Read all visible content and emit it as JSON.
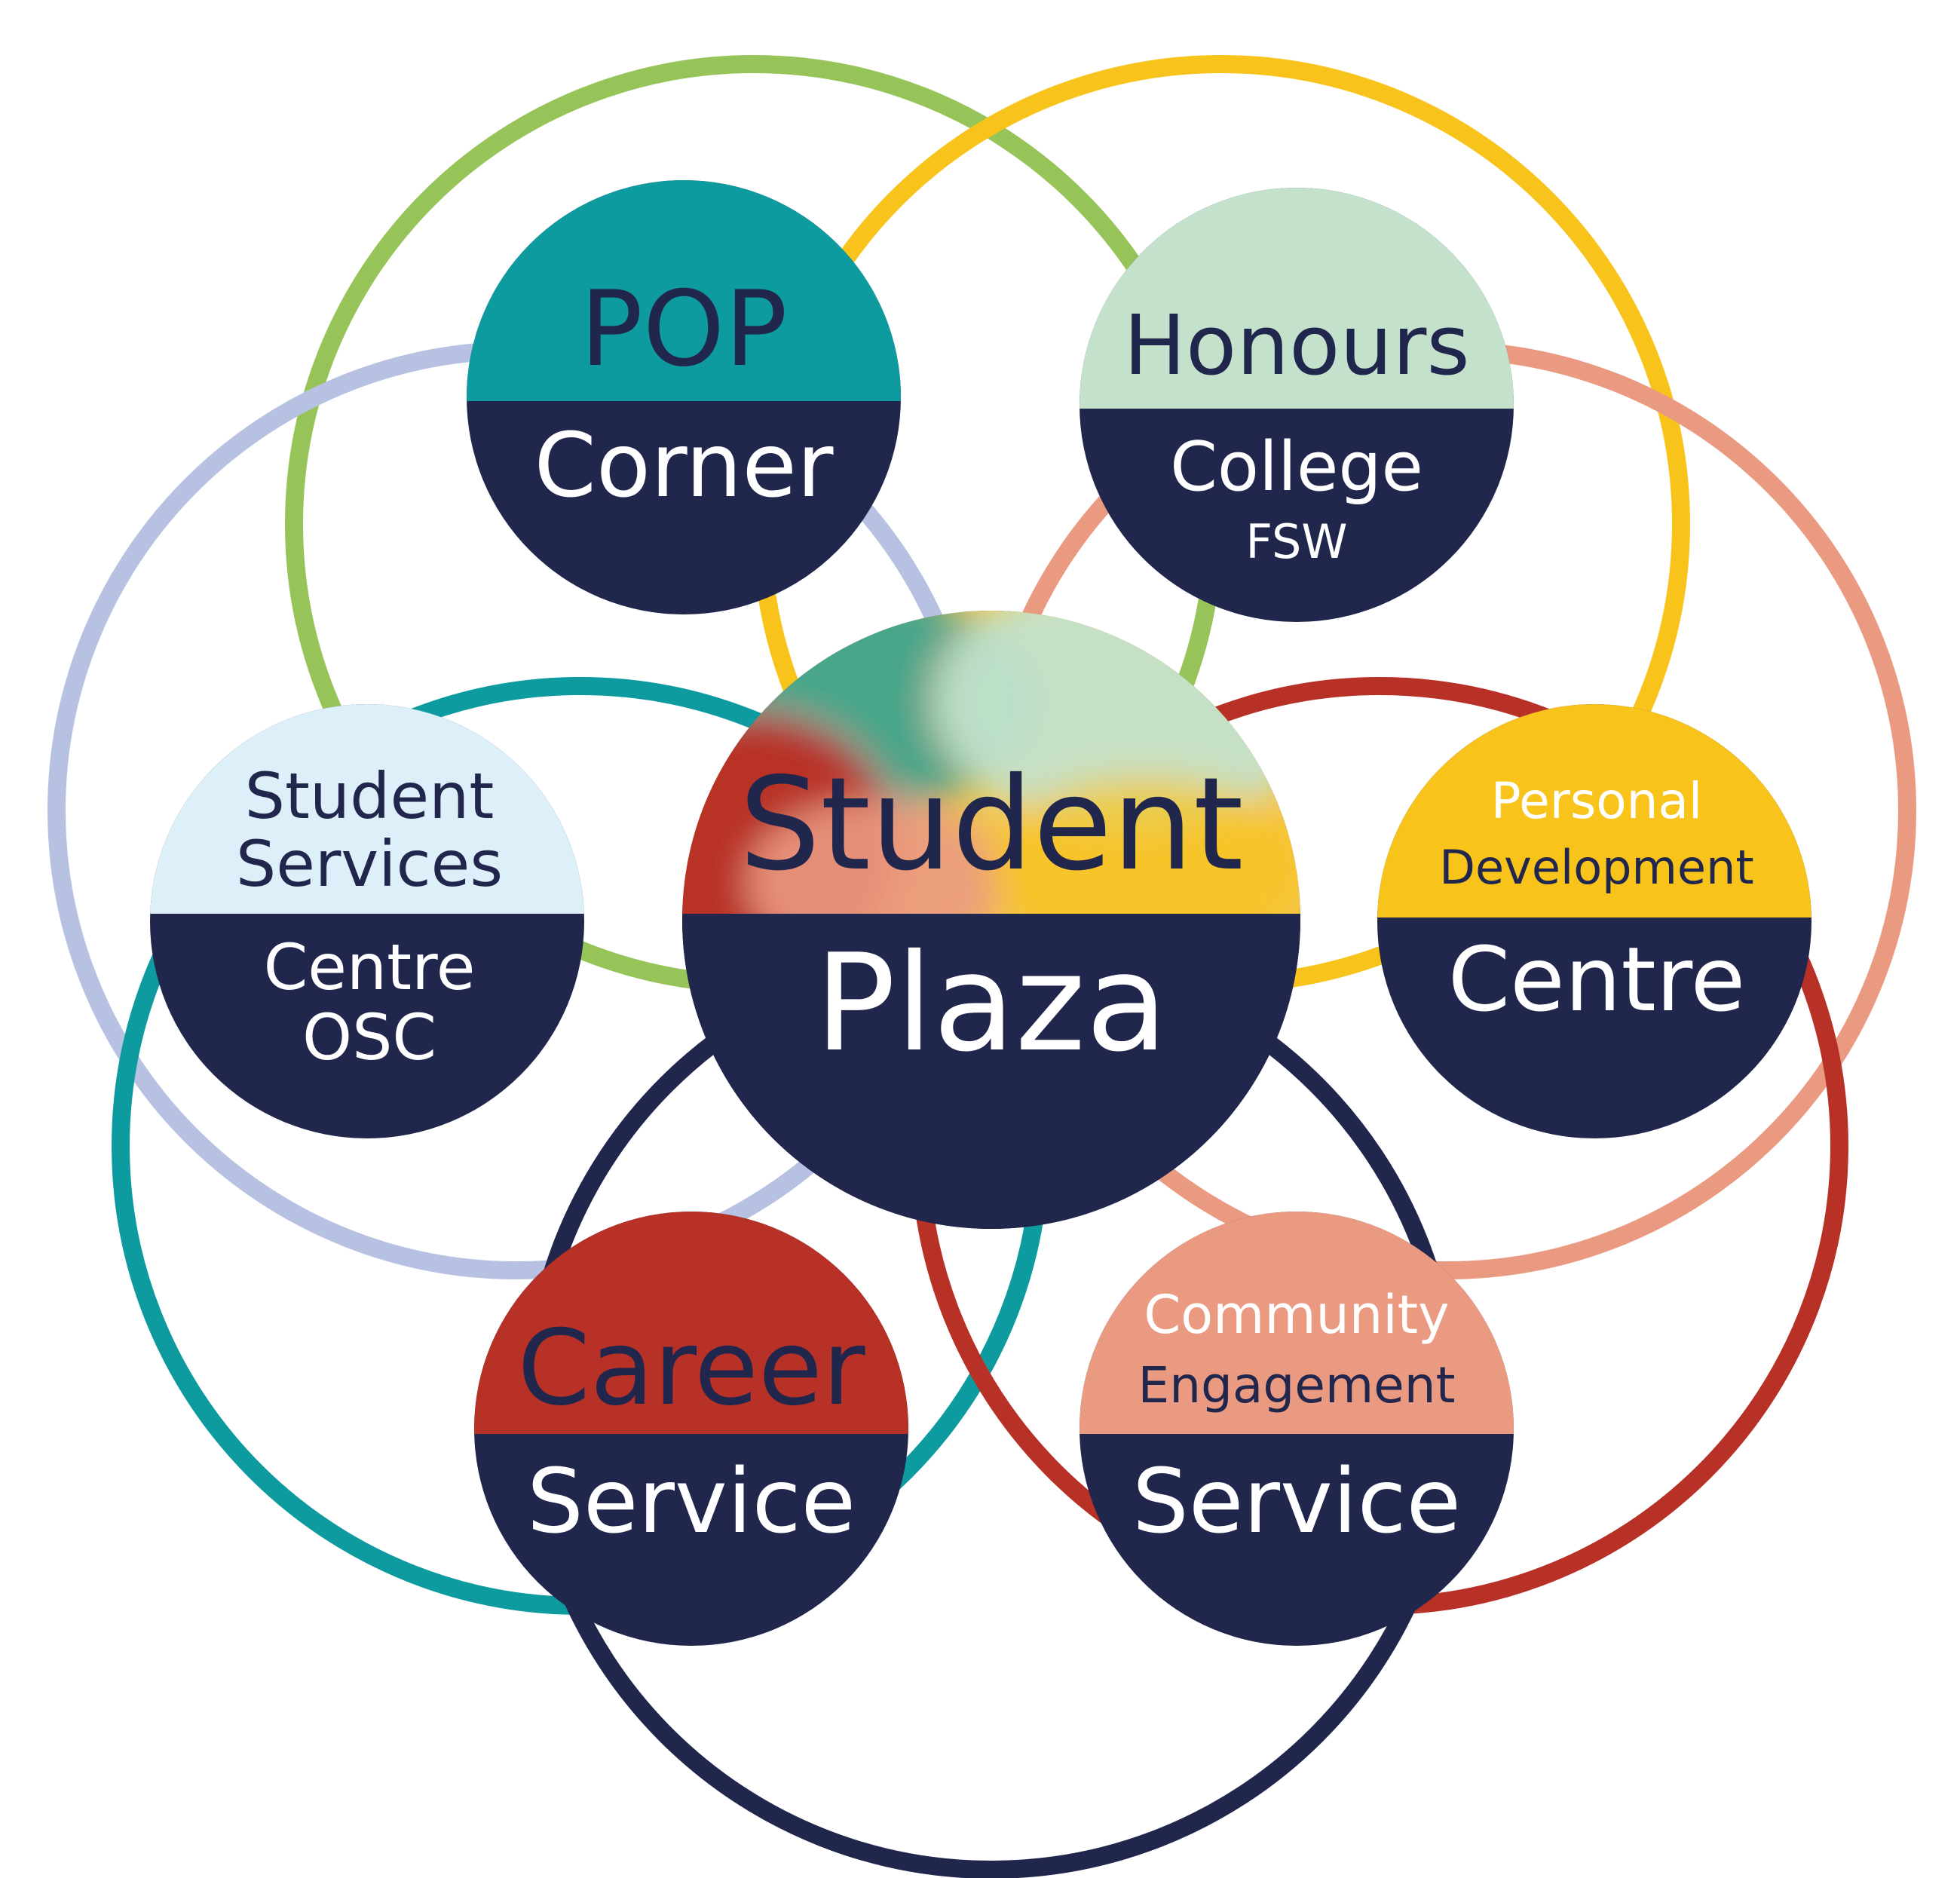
{
  "colors": {
    "navy": "#21264d",
    "white": "#ffffff",
    "green": "#97c459",
    "yellow": "#f8c31b",
    "lavender": "#b7c2e2",
    "salmon": "#eb9a82",
    "teal": "#0e9ba0",
    "red": "#b83127"
  },
  "rings": [
    {
      "name": "ring-green",
      "color": "#97c459"
    },
    {
      "name": "ring-yellow",
      "color": "#f8c31b"
    },
    {
      "name": "ring-lavender",
      "color": "#b7c2e2"
    },
    {
      "name": "ring-salmon",
      "color": "#eb9a82"
    },
    {
      "name": "ring-teal",
      "color": "#0e9ba0"
    },
    {
      "name": "ring-red",
      "color": "#b83127"
    },
    {
      "name": "ring-navy",
      "color": "#21264d"
    }
  ],
  "nodes": {
    "pop": {
      "top": [
        "POP"
      ],
      "bottom": [
        "Corner"
      ],
      "top_color": "#0e9ba0",
      "top_text_color": "#21264d"
    },
    "honours": {
      "top": [
        "Honours"
      ],
      "bottom": [
        "College",
        "FSW"
      ],
      "top_color": "#c3e1cb",
      "top_text_color": "#21264d"
    },
    "student_services": {
      "top": [
        "Student",
        "Services"
      ],
      "bottom": [
        "Centre",
        "OSC"
      ],
      "top_color": "#ddf0fa",
      "top_text_color": "#21264d"
    },
    "personal_development": {
      "top": [
        "Personal",
        "Development"
      ],
      "bottom": [
        "Centre"
      ],
      "top_color": "#f8c31b",
      "top_text_color": "#ffffff",
      "top_text_color_2": "#21264d"
    },
    "career": {
      "top": [
        "Career"
      ],
      "bottom": [
        "Service"
      ],
      "top_color": "#b83127",
      "top_text_color": "#21264d"
    },
    "community_engagement": {
      "top": [
        "Community",
        "Engagement"
      ],
      "bottom": [
        "Service"
      ],
      "top_color": "#eb9a82",
      "top_text_color": "#ffffff",
      "top_text_color_2": "#21264d"
    },
    "student_plaza": {
      "top": [
        "Student"
      ],
      "bottom": [
        "Plaza"
      ],
      "top_colors": [
        "#0e9ba0",
        "#c3e1cb",
        "#b83127",
        "#eb9a82",
        "#f8c31b"
      ],
      "top_text_color": "#21264d"
    }
  }
}
